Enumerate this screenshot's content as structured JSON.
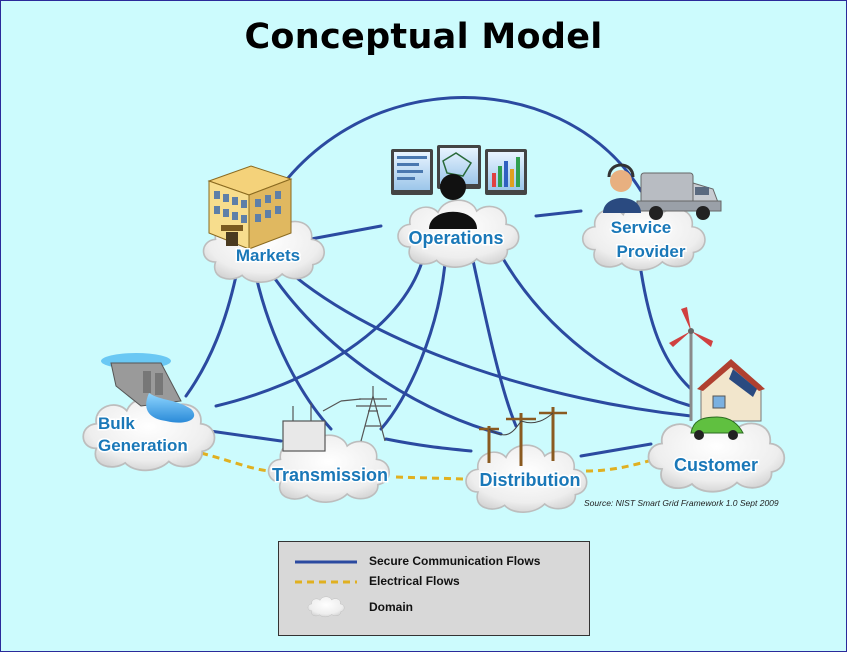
{
  "title": "Conceptual Model",
  "domains": {
    "markets": "Markets",
    "operations": "Operations",
    "service_provider_line1": "Service",
    "service_provider_line2": "Provider",
    "bulk_generation_line1": "Bulk",
    "bulk_generation_line2": "Generation",
    "transmission": "Transmission",
    "distribution": "Distribution",
    "customer": "Customer"
  },
  "source": "Source:  NIST Smart Grid Framework 1.0 Sept 2009",
  "legend": {
    "communication": "Secure Communication Flows",
    "electrical": "Electrical Flows",
    "domain": "Domain"
  },
  "colors": {
    "background": "#ccfbfd",
    "communication_line": "#2b4aa0",
    "electrical_line": "#e0b020",
    "label_text": "#1a78b8",
    "cloud_fill": "#f2f2f2"
  }
}
